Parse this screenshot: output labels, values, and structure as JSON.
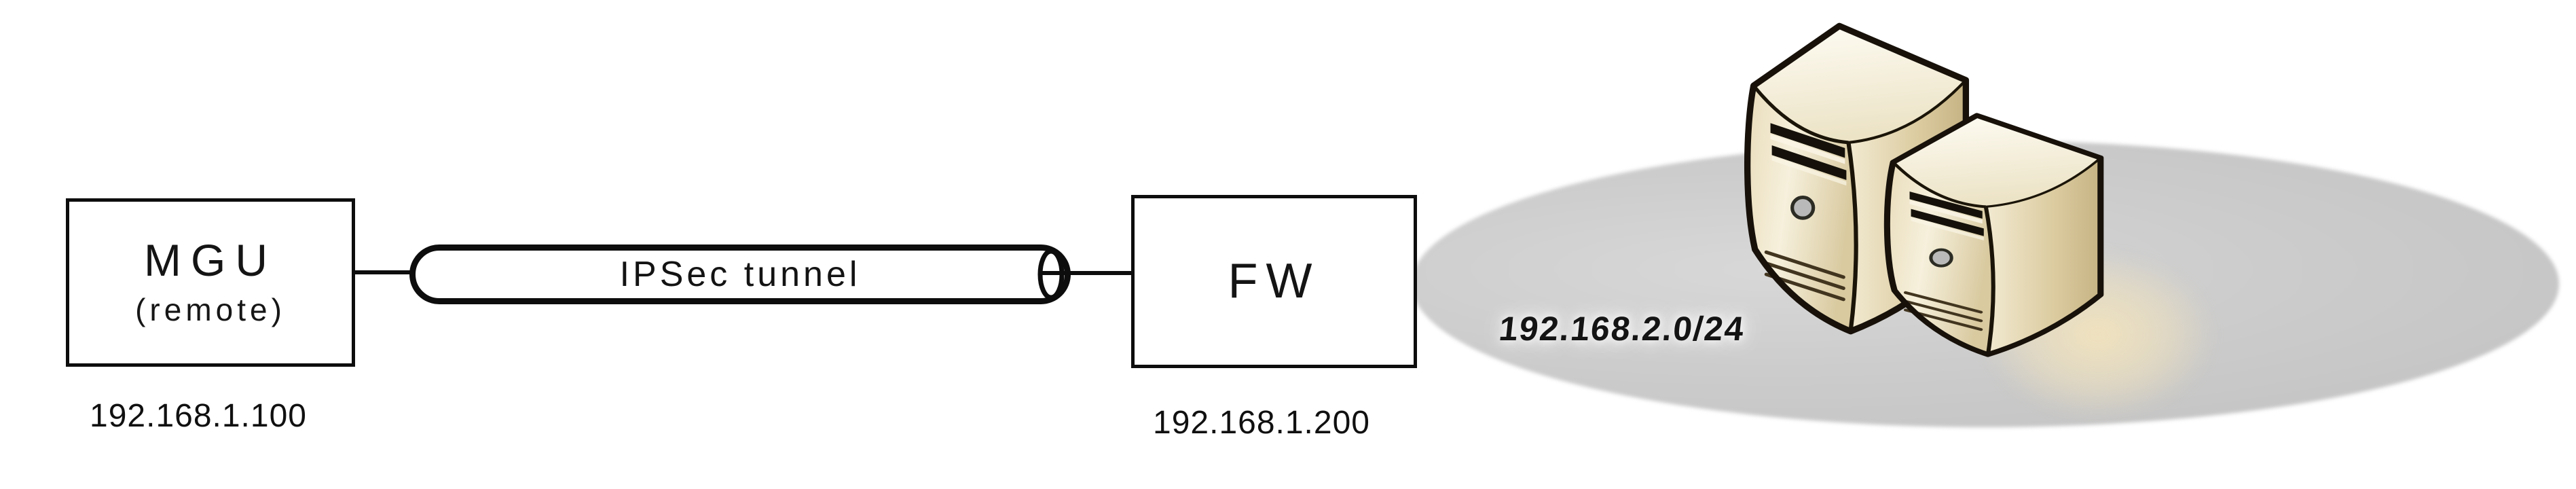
{
  "diagram": {
    "nodes": {
      "mgu": {
        "label": "MGU",
        "sublabel": "(remote)",
        "ip": "192.168.1.100"
      },
      "fw": {
        "label": "FW",
        "ip": "192.168.1.200"
      }
    },
    "tunnel": {
      "label": "IPSec tunnel"
    },
    "network": {
      "cidr": "192.168.2.0/24",
      "icons": [
        "server-icon",
        "server-icon"
      ]
    },
    "colors": {
      "background": "#ffffff",
      "outline": "#0d0d0d",
      "node_fill": "#ffffff",
      "network_ellipse": "#c9c9c9",
      "server_body": "#ece0c0",
      "server_top": "#fbf8ee",
      "server_side": "#d9c99e",
      "server_glow": "#f2e3bd",
      "text": "#121212"
    }
  }
}
